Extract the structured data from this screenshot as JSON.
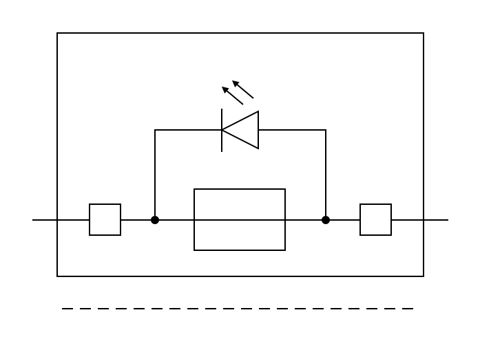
{
  "diagram": {
    "kind": "terminal-block-schematic",
    "components": [
      {
        "id": "enclosure",
        "type": "housing-outline"
      },
      {
        "id": "terminal-left",
        "type": "terminal-square"
      },
      {
        "id": "terminal-right",
        "type": "terminal-square"
      },
      {
        "id": "fuse",
        "type": "fuse"
      },
      {
        "id": "led",
        "type": "light-emitting-diode",
        "orientation": "pointing-left"
      },
      {
        "id": "junction-left",
        "type": "junction-dot"
      },
      {
        "id": "junction-right",
        "type": "junction-dot"
      },
      {
        "id": "separator",
        "type": "dashed-line"
      }
    ],
    "colors": {
      "line": "#000000",
      "background": "#ffffff"
    }
  }
}
